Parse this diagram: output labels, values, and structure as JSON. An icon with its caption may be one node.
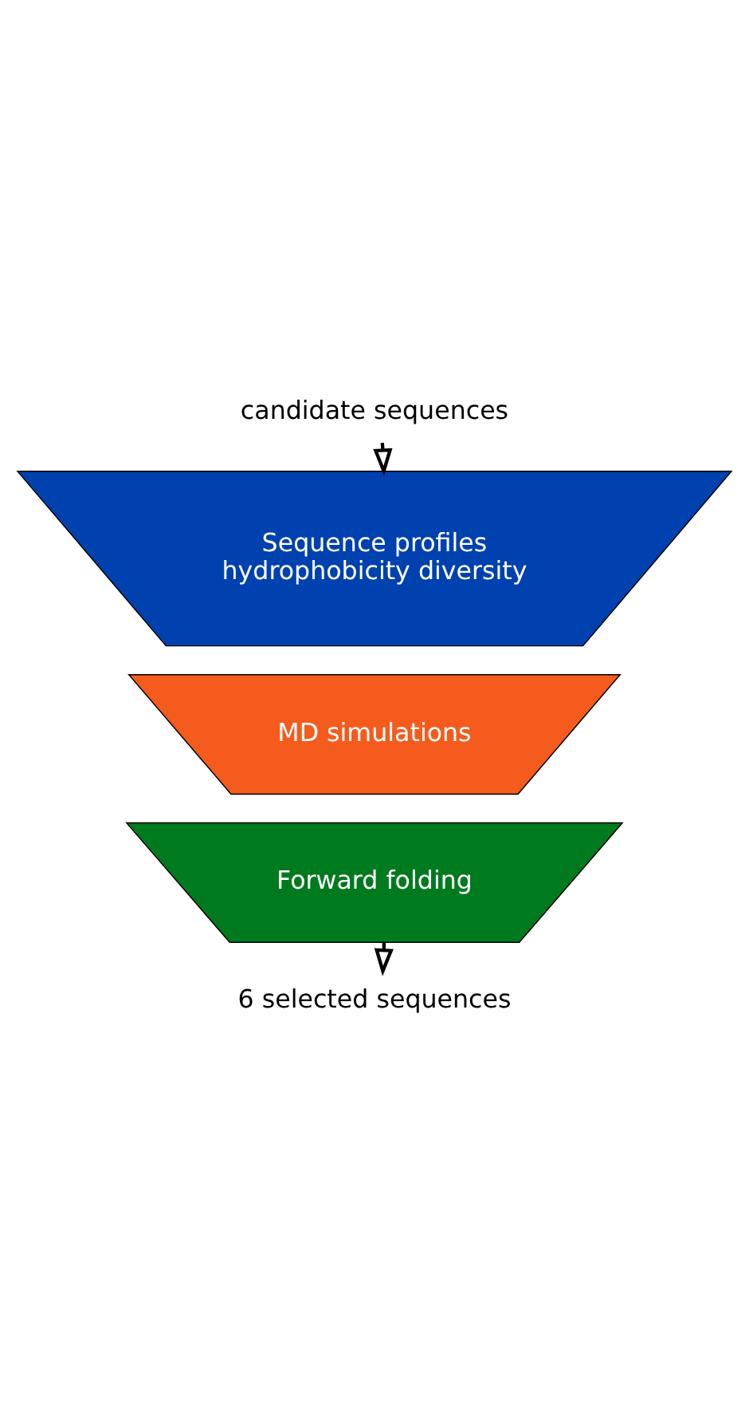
{
  "diagram": {
    "nodes": [
      {
        "text": [
          "candidate sequences"
        ]
      },
      {
        "text": [
          "Sequence profiles",
          "hydrophobicity diversity"
        ]
      },
      {
        "text": [
          "MD simulations"
        ]
      },
      {
        "text": [
          "Forward folding"
        ]
      },
      {
        "text": [
          "6 selected sequences"
        ]
      }
    ],
    "edges": [
      {
        "from": 0,
        "to": 1,
        "arrow": "to"
      },
      {
        "from": 3,
        "to": 4,
        "arrow": "to"
      }
    ]
  }
}
